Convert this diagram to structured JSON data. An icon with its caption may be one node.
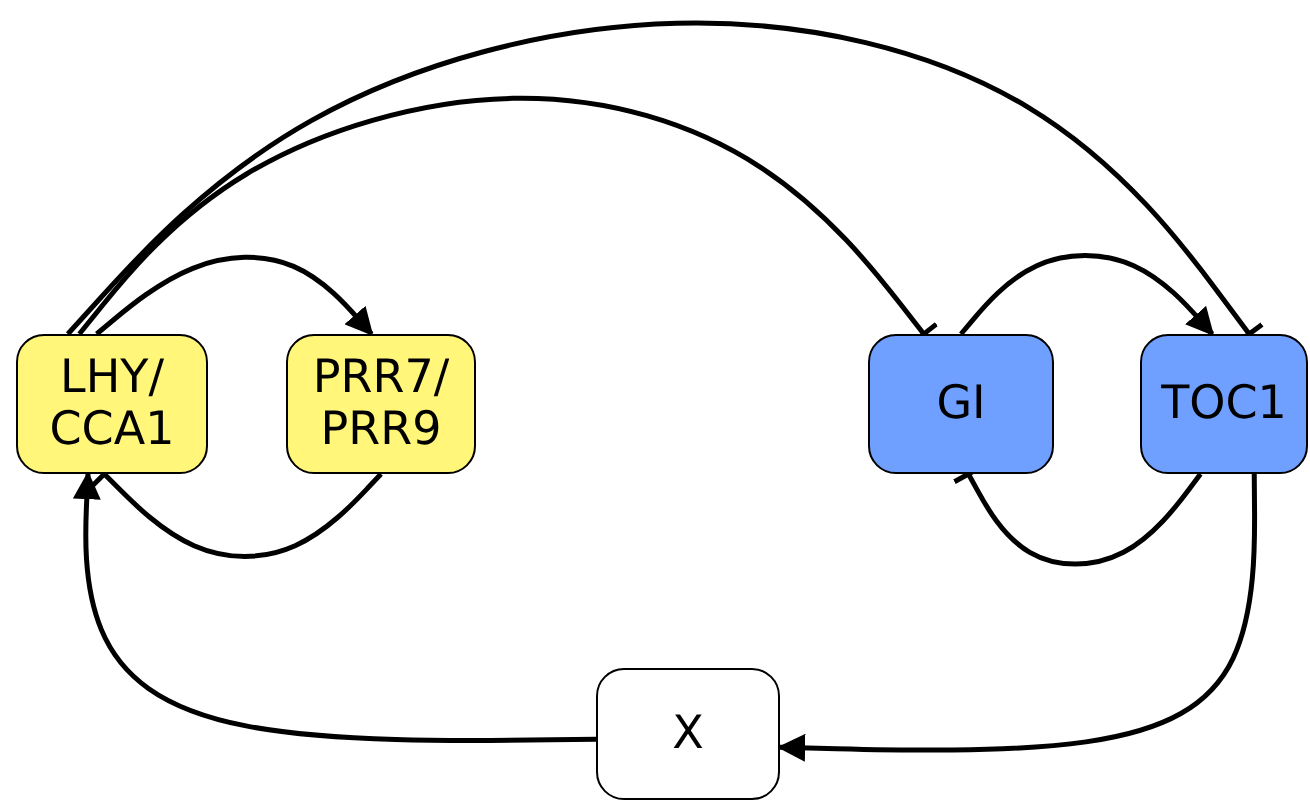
{
  "diagram": {
    "nodes": [
      {
        "text": [
          "LHY/ CCA1"
        ]
      },
      {
        "text": [
          "PRR7/ PRR9"
        ]
      },
      {
        "text": [
          "GI"
        ]
      },
      {
        "text": [
          "TOC1"
        ]
      },
      {
        "text": [
          "X"
        ]
      }
    ],
    "edges": [
      {
        "from": 0,
        "to": 1,
        "arrow": "to"
      },
      {
        "from": 1,
        "to": 0,
        "arrow": "other"
      },
      {
        "from": 0,
        "to": 2,
        "arrow": "other"
      },
      {
        "from": 0,
        "to": 3,
        "arrow": "other"
      },
      {
        "from": 2,
        "to": 3,
        "arrow": "to"
      },
      {
        "from": 3,
        "to": 2,
        "arrow": "other"
      },
      {
        "from": 3,
        "to": 4,
        "arrow": "to"
      },
      {
        "from": 4,
        "to": 0,
        "arrow": "to"
      }
    ]
  }
}
